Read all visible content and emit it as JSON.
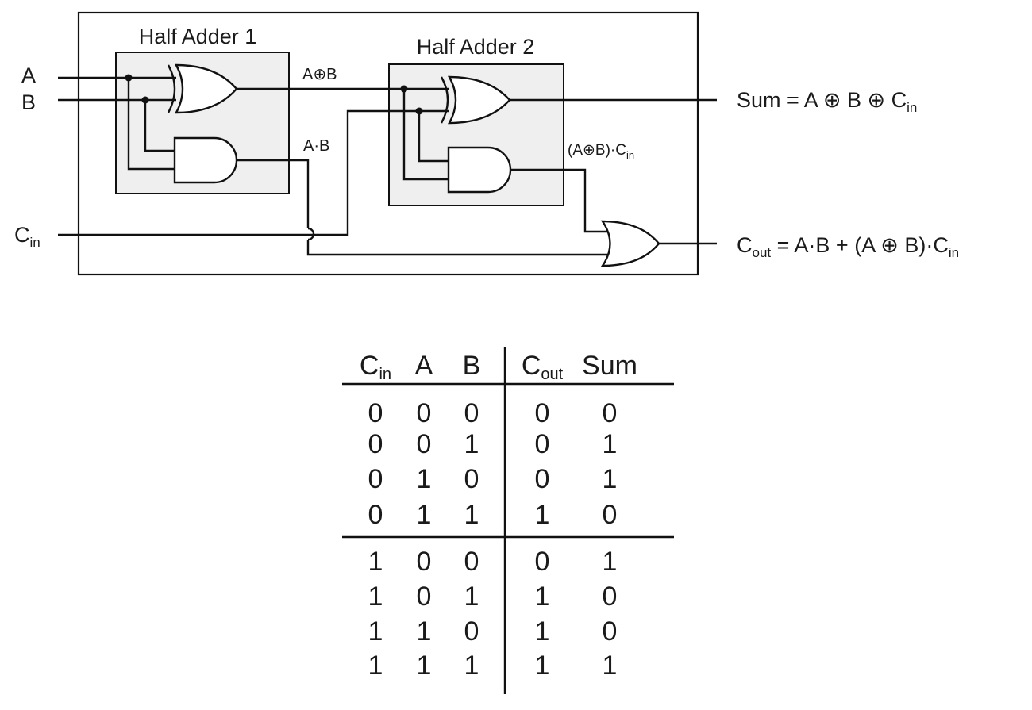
{
  "circuit": {
    "half_adder_1_title": "Half Adder 1",
    "half_adder_2_title": "Half Adder 2",
    "input_a": "A",
    "input_b": "B",
    "input_cin_base": "C",
    "input_cin_sub": "in",
    "xor1_output_label": "A⊕B",
    "and1_output_label": "A·B",
    "and2_output_label_main": "(A⊕B)·C",
    "and2_output_label_sub": "in",
    "sum_equation_main": "Sum = A ⊕ B ⊕ C",
    "sum_equation_sub": "in",
    "cout_lhs_base": "C",
    "cout_lhs_sub": "out",
    "cout_rhs_main": " = A·B + (A ⊕ B)·C",
    "cout_rhs_sub": "in"
  },
  "truth_table": {
    "headers": [
      {
        "base": "C",
        "sub": "in"
      },
      {
        "base": "A",
        "sub": ""
      },
      {
        "base": "B",
        "sub": ""
      },
      {
        "base": "C",
        "sub": "out"
      },
      {
        "base": "Sum",
        "sub": ""
      }
    ],
    "rows": [
      [
        "0",
        "0",
        "0",
        "0",
        "0"
      ],
      [
        "0",
        "0",
        "1",
        "0",
        "1"
      ],
      [
        "0",
        "1",
        "0",
        "0",
        "1"
      ],
      [
        "0",
        "1",
        "1",
        "1",
        "0"
      ],
      [
        "1",
        "0",
        "0",
        "0",
        "1"
      ],
      [
        "1",
        "0",
        "1",
        "1",
        "0"
      ],
      [
        "1",
        "1",
        "0",
        "1",
        "0"
      ],
      [
        "1",
        "1",
        "1",
        "1",
        "1"
      ]
    ]
  }
}
